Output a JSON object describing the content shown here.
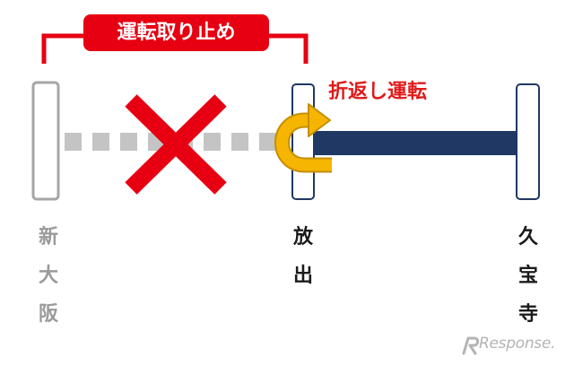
{
  "banner": {
    "text": "運転取り止め",
    "color": "#e60012"
  },
  "turnback": {
    "text": "折返し運転",
    "color": "#e01a1a",
    "arrow_color": "#f6b500"
  },
  "stations": [
    {
      "name": "新大阪",
      "chars": [
        "新",
        "大",
        "阪"
      ],
      "status": "suspended",
      "color": "#9a9a9a"
    },
    {
      "name": "放出",
      "chars": [
        "放",
        "出"
      ],
      "status": "active",
      "color": "#1b1b1b"
    },
    {
      "name": "久宝寺",
      "chars": [
        "久",
        "宝",
        "寺"
      ],
      "status": "active",
      "color": "#1b1b1b"
    }
  ],
  "track": {
    "suspended_color": "#c4c4c4",
    "active_color": "#1f3864",
    "station_outline_active": "#1f3864",
    "station_outline_suspended": "#a6a6a6"
  },
  "cross_color": "#e60012",
  "watermark": {
    "text": "Response."
  }
}
